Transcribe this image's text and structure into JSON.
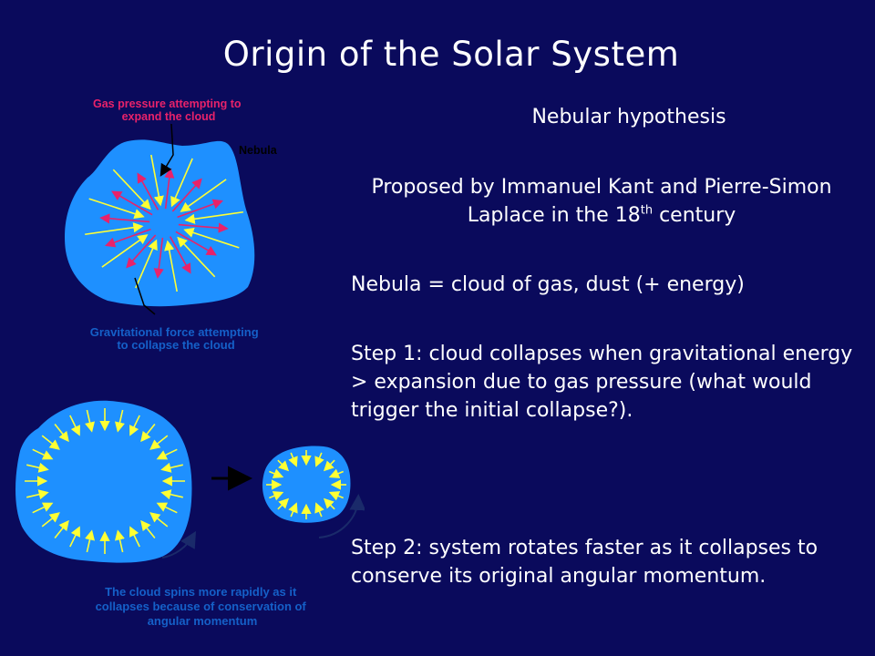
{
  "slide": {
    "title": "Origin of the Solar System",
    "subtitle": "Nebular hypothesis",
    "proposed": {
      "before_sup": "Proposed by Immanuel Kant and Pierre-Simon Laplace in the 18",
      "sup": "th",
      "after_sup": " century"
    },
    "nebula_definition": "Nebula = cloud of gas, dust (+ energy)",
    "step1": "Step 1: cloud collapses when gravitational energy > expansion due to gas pressure (what would trigger the initial collapse?).",
    "step2": "Step 2: system rotates faster as it collapses to conserve its original angular momentum."
  },
  "figure": {
    "pressure_label": [
      "Gas pressure attempting to",
      "expand the cloud"
    ],
    "nebula_label": "Nebula",
    "gravity_label": [
      "Gravitational force attempting",
      "to collapse the cloud"
    ],
    "spin_label": [
      "The cloud spins more rapidly as it",
      "collapses because of conservation of",
      "angular momentum"
    ]
  },
  "colors": {
    "background": "#0a0a5c",
    "cloud": "#1e90ff",
    "pressure_arrow": "#e8226a",
    "gravity_arrow": "#ffff33",
    "pressure_text": "#e8226a",
    "caption_text": "#1560c8"
  }
}
